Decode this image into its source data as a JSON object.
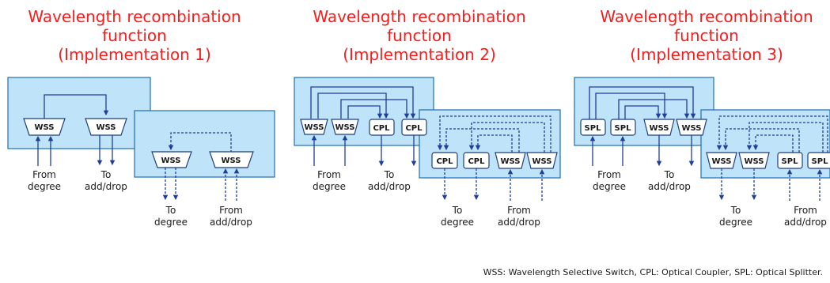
{
  "titles": [
    {
      "line1": "Wavelength recombination",
      "line2": "function",
      "line3": "(Implementation 1)"
    },
    {
      "line1": "Wavelength recombination",
      "line2": "function",
      "line3": "(Implementation 2)"
    },
    {
      "line1": "Wavelength recombination",
      "line2": "function",
      "line3": "(Implementation 3)"
    }
  ],
  "components": {
    "impl1": {
      "top": [
        "WSS",
        "WSS"
      ],
      "bottom": [
        "WSS",
        "WSS"
      ]
    },
    "impl2": {
      "top": [
        "WSS",
        "WSS",
        "CPL",
        "CPL"
      ],
      "bottom": [
        "CPL",
        "CPL",
        "WSS",
        "WSS"
      ]
    },
    "impl3": {
      "top": [
        "SPL",
        "SPL",
        "WSS",
        "WSS"
      ],
      "bottom": [
        "WSS",
        "WSS",
        "SPL",
        "SPL"
      ]
    }
  },
  "io_labels": {
    "from_degree": {
      "line1": "From",
      "line2": "degree"
    },
    "to_add_drop": {
      "line1": "To",
      "line2": "add/drop"
    },
    "to_degree": {
      "line1": "To",
      "line2": "degree"
    },
    "from_add_drop": {
      "line1": "From",
      "line2": "add/drop"
    }
  },
  "legend": "WSS: Wavelength Selective Switch, CPL:  Optical Coupler, SPL: Optical Splitter."
}
